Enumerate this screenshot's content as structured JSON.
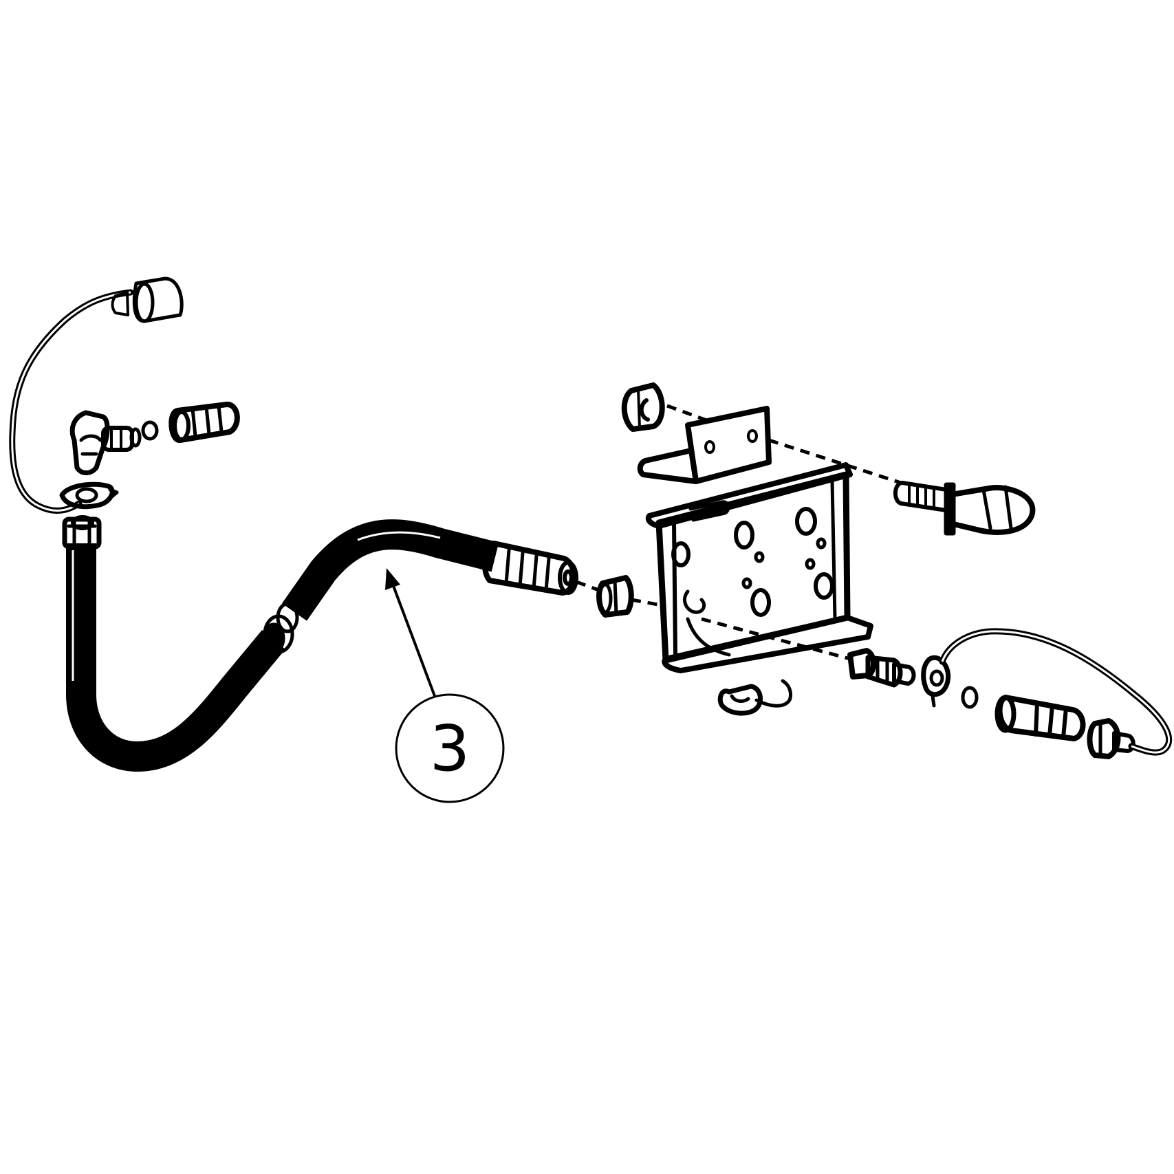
{
  "callout": {
    "number": "3"
  },
  "parts": [
    "sensor-cap-left",
    "sensor-lead-left",
    "banjo-fitting",
    "ring-terminal-left",
    "sealing-washer-left",
    "union-nut",
    "brake-hose",
    "hose-end-fitting",
    "tube-nut",
    "mounting-bracket",
    "bracket-clip",
    "clip-nut",
    "hex-bolt",
    "brake-switch",
    "ring-terminal-right",
    "sealing-washer-right",
    "switch-connector-body",
    "sensor-lead-right",
    "sensor-cap-right"
  ],
  "colors": {
    "ink": "#000000",
    "paper": "#ffffff"
  }
}
